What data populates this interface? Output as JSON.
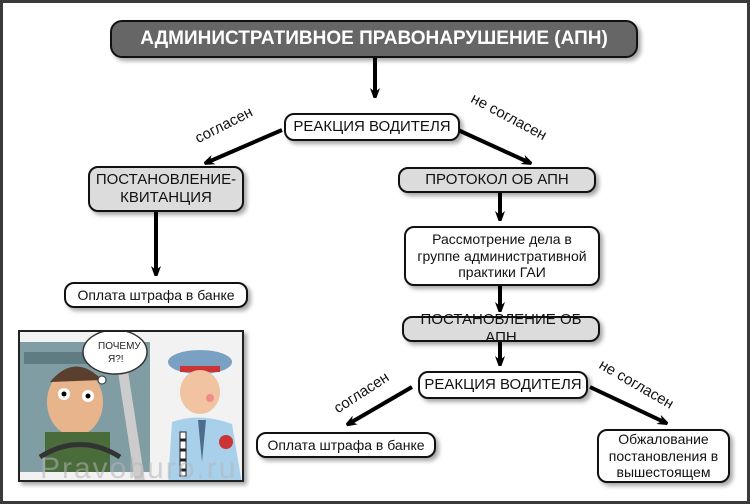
{
  "title": "АДМИНИСТРАТИВНОЕ ПРАВОНАРУШЕНИЕ (АПН)",
  "nodes": {
    "reaction1": "РЕАКЦИЯ ВОДИТЕЛЯ",
    "receipt": "ПОСТАНОВЛЕНИЕ-\nКВИТАНЦИЯ",
    "pay1": "Оплата штрафа в банке",
    "protocol": "ПРОТОКОЛ ОБ АПН",
    "review": "Рассмотрение дела в группе административной практики ГАИ",
    "resolution": "ПОСТАНОВЛЕНИЕ ОБ АПН",
    "reaction2": "РЕАКЦИЯ ВОДИТЕЛЯ",
    "pay2": "Оплата штрафа в банке",
    "appeal": "Обжалование постановления в вышестоящем"
  },
  "edge_labels": {
    "agree": "согласен",
    "disagree": "не согласен"
  },
  "cartoon": {
    "speech": "ПОЧЕМУ Я?!",
    "watermark": "Pravoburo.ru"
  },
  "colors": {
    "title_bg": "#666666",
    "grey_node": "#dcdcdc",
    "frame": "#3a3a3a"
  }
}
